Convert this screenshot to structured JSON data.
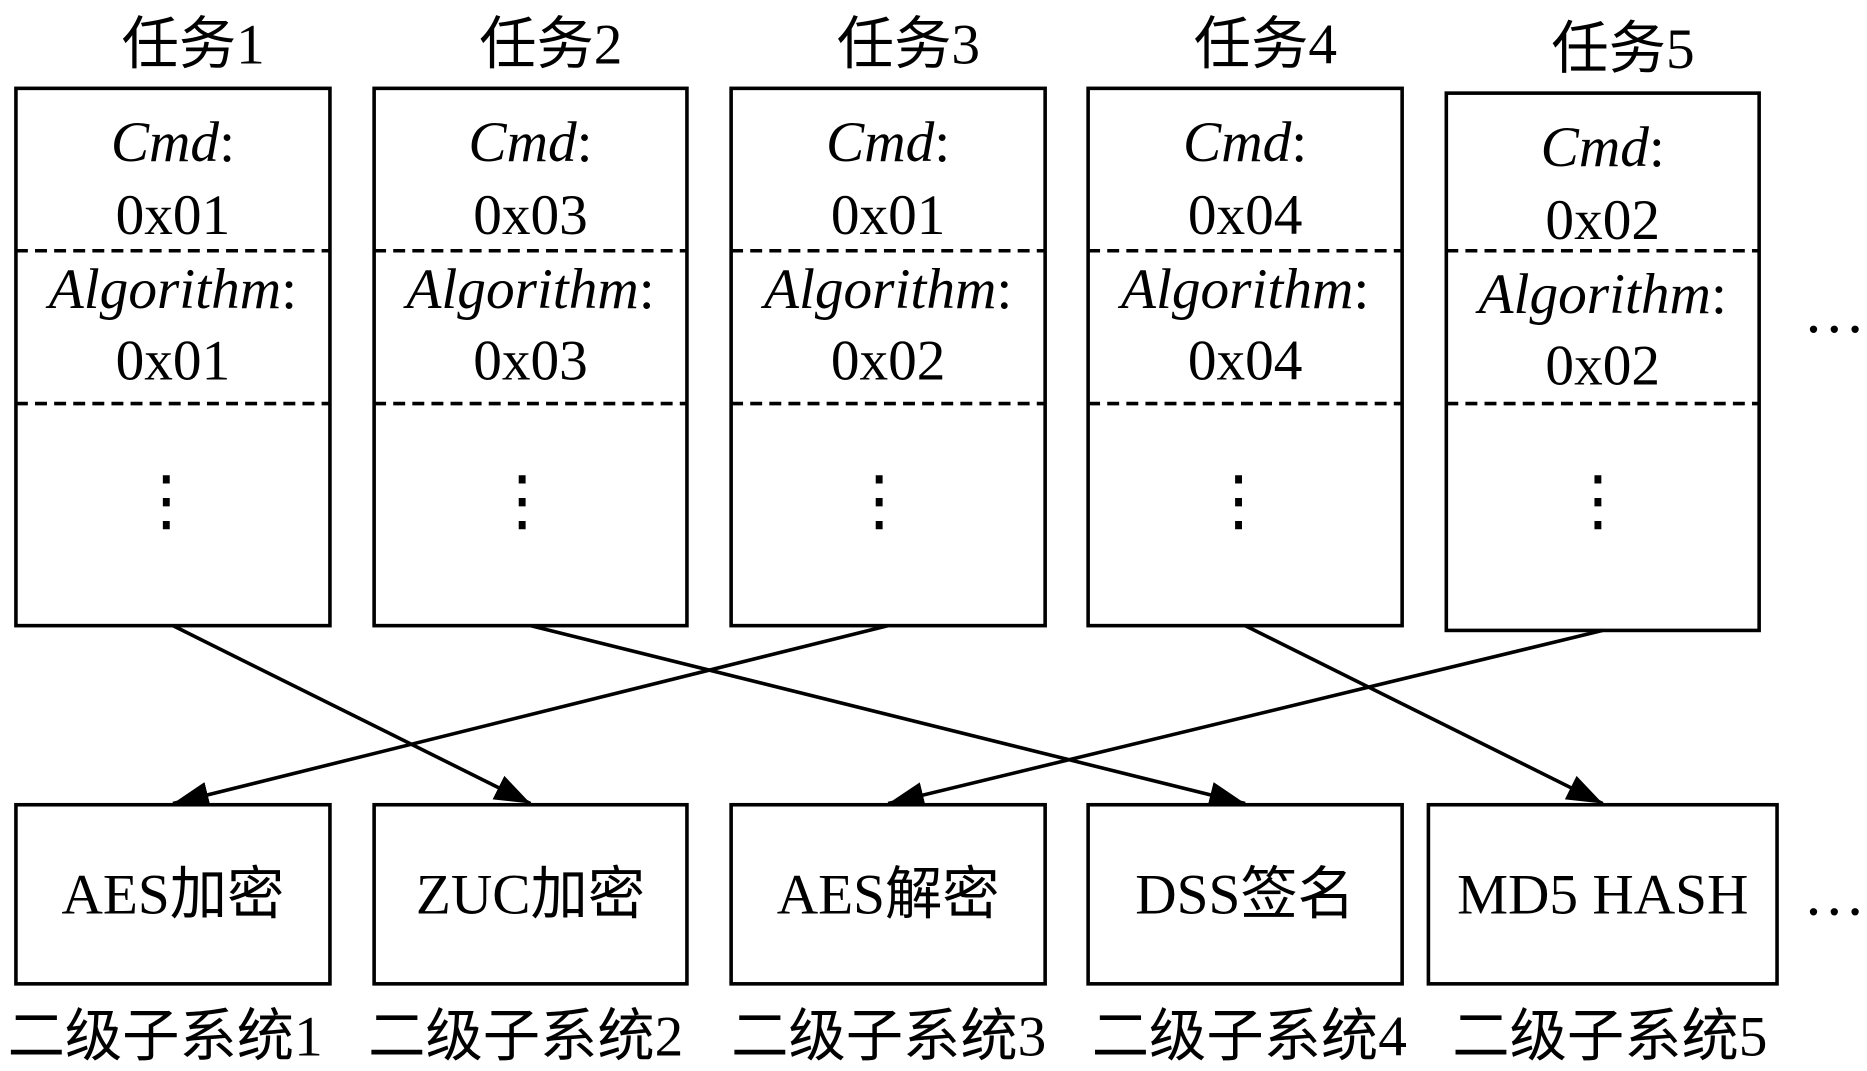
{
  "separator": ":",
  "tasks": [
    {
      "title": "任务1",
      "cmd_label": "Cmd",
      "cmd_value": "0x01",
      "algorithm_label": "Algorithm",
      "algorithm_value": "0x01",
      "more": "⋮"
    },
    {
      "title": "任务2",
      "cmd_label": "Cmd",
      "cmd_value": "0x03",
      "algorithm_label": "Algorithm",
      "algorithm_value": "0x03",
      "more": "⋮"
    },
    {
      "title": "任务3",
      "cmd_label": "Cmd",
      "cmd_value": "0x01",
      "algorithm_label": "Algorithm",
      "algorithm_value": "0x02",
      "more": "⋮"
    },
    {
      "title": "任务4",
      "cmd_label": "Cmd",
      "cmd_value": "0x04",
      "algorithm_label": "Algorithm",
      "algorithm_value": "0x04",
      "more": "⋮"
    },
    {
      "title": "任务5",
      "cmd_label": "Cmd",
      "cmd_value": "0x02",
      "algorithm_label": "Algorithm",
      "algorithm_value": "0x02",
      "more": "⋮"
    }
  ],
  "more_tasks": "…",
  "subsystems": [
    {
      "name": "AES加密",
      "label": "二级子系统1"
    },
    {
      "name": "ZUC加密",
      "label": "二级子系统2"
    },
    {
      "name": "AES解密",
      "label": "二级子系统3"
    },
    {
      "name": "DSS签名",
      "label": "二级子系统4"
    },
    {
      "name": "MD5 HASH",
      "label": "二级子系统5"
    }
  ],
  "more_subsystems": "…",
  "connections": [
    {
      "task": 1,
      "subsystem": 2
    },
    {
      "task": 2,
      "subsystem": 4
    },
    {
      "task": 3,
      "subsystem": 1
    },
    {
      "task": 4,
      "subsystem": 5
    },
    {
      "task": 5,
      "subsystem": 3
    }
  ]
}
